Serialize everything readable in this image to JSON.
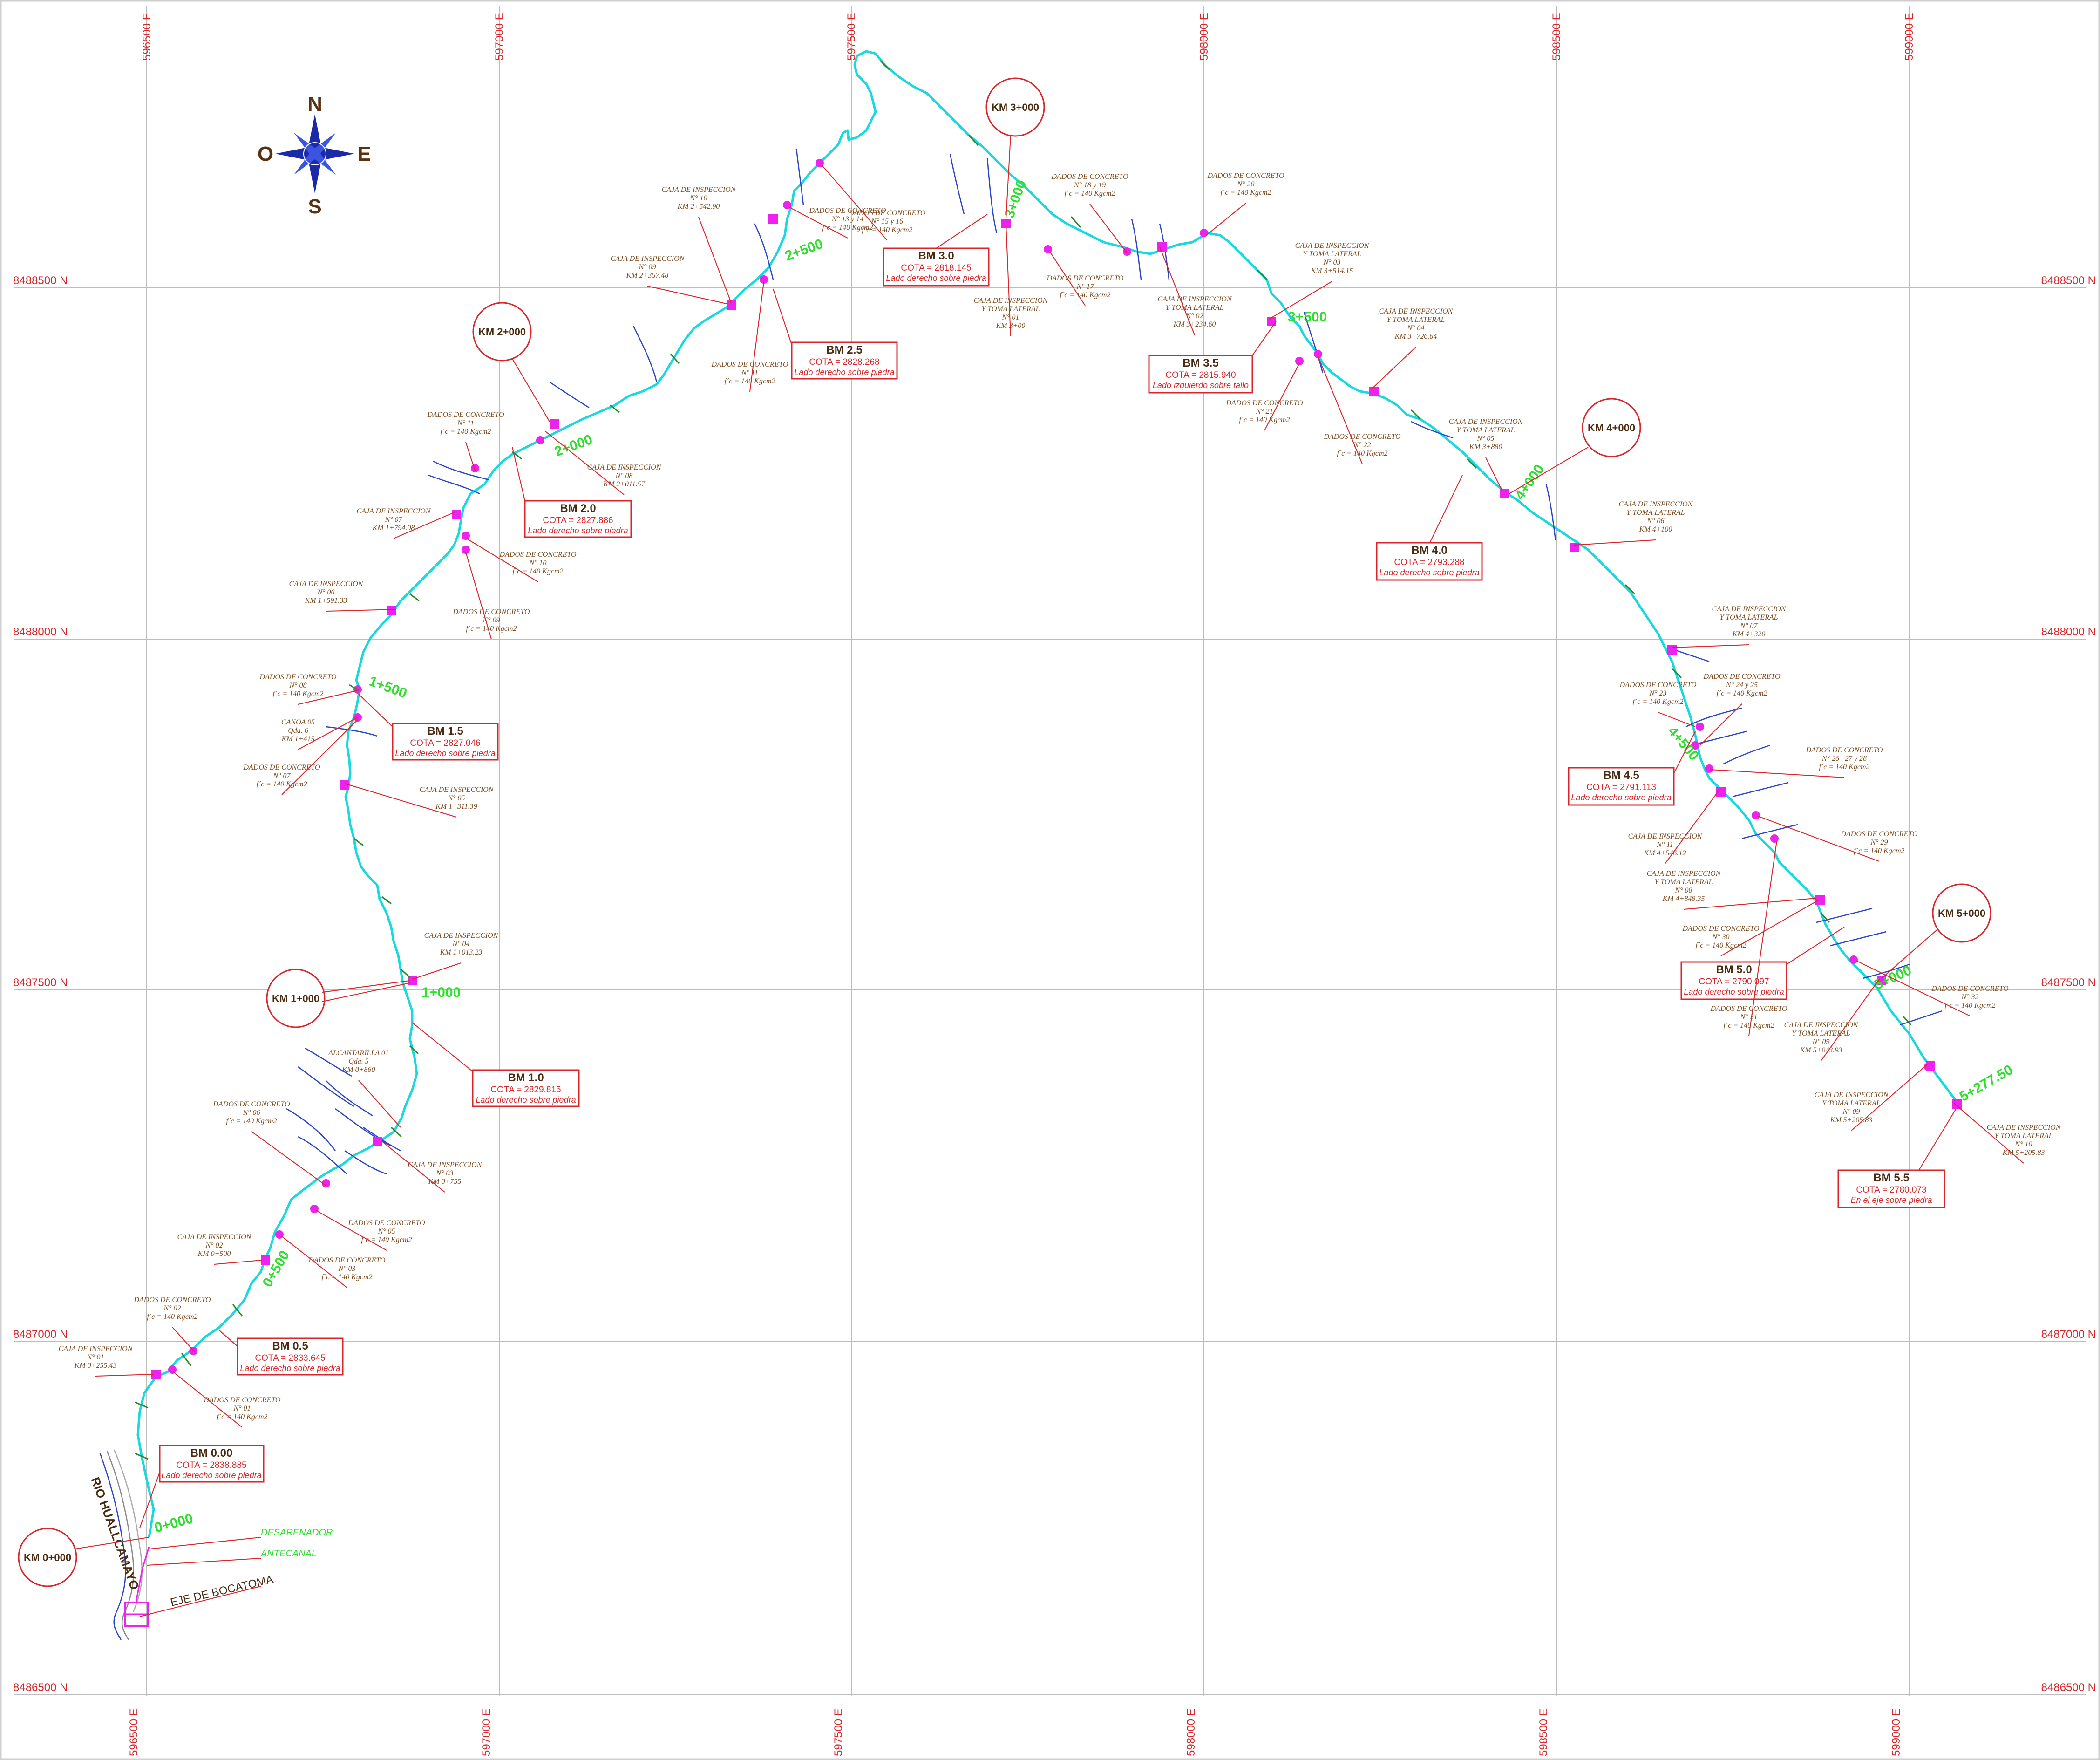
{
  "grid": {
    "easting_labels": [
      "596500 E",
      "597000 E",
      "597500 E",
      "598000 E",
      "598500 E",
      "599000 E"
    ],
    "northing_labels": [
      "8488500 N",
      "8488000 N",
      "8487500 N",
      "8487000 N",
      "8486500 N"
    ]
  },
  "compass": {
    "n": "N",
    "s": "S",
    "e": "E",
    "w": "O"
  },
  "stations": [
    "0+000",
    "0+500",
    "1+000",
    "1+500",
    "2+000",
    "2+500",
    "3+000",
    "3+500",
    "4+000",
    "4+500",
    "5+000",
    "5+277.50"
  ],
  "km_markers": [
    "KM 0+000",
    "KM 1+000",
    "KM 2+000",
    "KM 3+000",
    "KM 4+000",
    "KM 5+000"
  ],
  "benchmarks": [
    {
      "title": "BM 0.00",
      "cota": "COTA = 2838.885",
      "note": "Lado derecho sobre piedra"
    },
    {
      "title": "BM 0.5",
      "cota": "COTA = 2833.645",
      "note": "Lado derecho sobre piedra"
    },
    {
      "title": "BM 1.0",
      "cota": "COTA = 2829.815",
      "note": "Lado derecho sobre piedra"
    },
    {
      "title": "BM 1.5",
      "cota": "COTA = 2827.046",
      "note": "Lado derecho sobre piedra"
    },
    {
      "title": "BM 2.0",
      "cota": "COTA = 2827.886",
      "note": "Lado derecho sobre piedra"
    },
    {
      "title": "BM 2.5",
      "cota": "COTA = 2828.268",
      "note": "Lado derecho sobre piedra"
    },
    {
      "title": "BM 3.0",
      "cota": "COTA = 2818.145",
      "note": "Lado derecho sobre piedra"
    },
    {
      "title": "BM 3.5",
      "cota": "COTA = 2815.940",
      "note": "Lado izquierdo sobre tallo"
    },
    {
      "title": "BM 4.0",
      "cota": "COTA = 2793.288",
      "note": "Lado derecho sobre piedra"
    },
    {
      "title": "BM 4.5",
      "cota": "COTA = 2791.113",
      "note": "Lado derecho sobre piedra"
    },
    {
      "title": "BM 5.0",
      "cota": "COTA = 2790.097",
      "note": "Lado derecho sobre piedra"
    },
    {
      "title": "BM 5.5",
      "cota": "COTA = 2780.073",
      "note": "En el eje sobre piedra"
    }
  ],
  "annotations": [
    {
      "lines": [
        "CAJA DE INSPECCION",
        "N° 01",
        "KM 0+255.43"
      ]
    },
    {
      "lines": [
        "DADOS DE CONCRETO",
        "N° 01",
        "f´c = 140 Kgcm2"
      ]
    },
    {
      "lines": [
        "DADOS DE CONCRETO",
        "N° 02",
        "f´c = 140 Kgcm2"
      ]
    },
    {
      "lines": [
        "CAJA DE INSPECCION",
        "N° 02",
        "KM 0+500"
      ]
    },
    {
      "lines": [
        "DADOS DE CONCRETO",
        "N° 03",
        "f´c = 140 Kgcm2"
      ]
    },
    {
      "lines": [
        "DADOS DE CONCRETO",
        "N° 05",
        "f´c = 140 Kgcm2"
      ]
    },
    {
      "lines": [
        "DADOS DE CONCRETO",
        "N° 06",
        "f´c = 140 Kgcm2"
      ]
    },
    {
      "lines": [
        "CAJA DE INSPECCION",
        "N° 03",
        "KM 0+755"
      ]
    },
    {
      "lines": [
        "ALCANTARILLA 01",
        "Qda. 5",
        "KM 0+860"
      ]
    },
    {
      "lines": [
        "CAJA DE INSPECCION",
        "N° 04",
        "KM 1+013.23"
      ]
    },
    {
      "lines": [
        "CAJA DE INSPECCION",
        "N° 05",
        "KM 1+311.39"
      ]
    },
    {
      "lines": [
        "DADOS DE CONCRETO",
        "N° 07",
        "f´c = 140 Kgcm2"
      ]
    },
    {
      "lines": [
        "CANOA 05",
        "Qda. 6",
        "KM 1+415"
      ]
    },
    {
      "lines": [
        "DADOS DE CONCRETO",
        "N° 08",
        "f´c = 140 Kgcm2"
      ]
    },
    {
      "lines": [
        "CAJA DE INSPECCION",
        "N° 06",
        "KM 1+591.33"
      ]
    },
    {
      "lines": [
        "DADOS DE CONCRETO",
        "N° 09",
        "f´c = 140 Kgcm2"
      ]
    },
    {
      "lines": [
        "DADOS DE CONCRETO",
        "N° 10",
        "f´c = 140 Kgcm2"
      ]
    },
    {
      "lines": [
        "CAJA DE INSPECCION",
        "N° 07",
        "KM 1+794.08"
      ]
    },
    {
      "lines": [
        "DADOS DE CONCRETO",
        "N° 11",
        "f´c = 140 Kgcm2"
      ]
    },
    {
      "lines": [
        "CAJA DE INSPECCION",
        "N° 08",
        "KM 2+011.57"
      ]
    },
    {
      "lines": [
        "DADOS DE CONCRETO",
        "N° 11",
        "f´c = 140 Kgcm2"
      ]
    },
    {
      "lines": [
        "CAJA DE INSPECCION",
        "N° 09",
        "KM 2+357.48"
      ]
    },
    {
      "lines": [
        "CAJA DE INSPECCION",
        "N° 10",
        "KM 2+542.90"
      ]
    },
    {
      "lines": [
        "DADOS DE CONCRETO",
        "N° 13 y 14",
        "f´c = 140 Kgcm2"
      ]
    },
    {
      "lines": [
        "DADOS DE CONCRETO",
        "N° 15 y 16",
        "f´c = 140 Kgcm2"
      ]
    },
    {
      "lines": [
        "CAJA DE INSPECCION",
        "Y TOMA LATERAL",
        "N° 01",
        "KM 3+00"
      ]
    },
    {
      "lines": [
        "DADOS DE CONCRETO",
        "N° 18 y 19",
        "f´c = 140 Kgcm2"
      ]
    },
    {
      "lines": [
        "DADOS DE CONCRETO",
        "N° 17",
        "f´c = 140 Kgcm2"
      ]
    },
    {
      "lines": [
        "CAJA DE INSPECCION",
        "Y TOMA LATERAL",
        "N° 02",
        "KM 3+234.60"
      ]
    },
    {
      "lines": [
        "DADOS DE CONCRETO",
        "N° 20",
        "f´c = 140 Kgcm2"
      ]
    },
    {
      "lines": [
        "CAJA DE INSPECCION",
        "Y TOMA LATERAL",
        "N° 03",
        "KM 3+514.15"
      ]
    },
    {
      "lines": [
        "CAJA DE INSPECCION",
        "Y TOMA LATERAL",
        "N° 04",
        "KM 3+726.64"
      ]
    },
    {
      "lines": [
        "DADOS DE CONCRETO",
        "N° 21",
        "f´c = 140 Kgcm2"
      ]
    },
    {
      "lines": [
        "DADOS DE CONCRETO",
        "N° 22",
        "f´c = 140 Kgcm2"
      ]
    },
    {
      "lines": [
        "CAJA DE INSPECCION",
        "Y TOMA LATERAL",
        "N° 05",
        "KM 3+880"
      ]
    },
    {
      "lines": [
        "CAJA DE INSPECCION",
        "Y TOMA LATERAL",
        "N° 06",
        "KM 4+100"
      ]
    },
    {
      "lines": [
        "CAJA DE INSPECCION",
        "Y TOMA LATERAL",
        "N° 07",
        "KM 4+320"
      ]
    },
    {
      "lines": [
        "DADOS DE CONCRETO",
        "N° 23",
        "f´c = 140 Kgcm2"
      ]
    },
    {
      "lines": [
        "DADOS DE CONCRETO",
        "N° 24 y 25",
        "f´c = 140 Kgcm2"
      ]
    },
    {
      "lines": [
        "DADOS DE CONCRETO",
        "N° 26 , 27 y 28",
        "f´c = 140 Kgcm2"
      ]
    },
    {
      "lines": [
        "CAJA DE INSPECCION",
        "N° 11",
        "KM 4+546.12"
      ]
    },
    {
      "lines": [
        "DADOS DE CONCRETO",
        "N° 29",
        "f´c = 140 Kgcm2"
      ]
    },
    {
      "lines": [
        "CAJA DE INSPECCION",
        "Y TOMA LATERAL",
        "N° 08",
        "KM 4+848.35"
      ]
    },
    {
      "lines": [
        "DADOS DE CONCRETO",
        "N° 30",
        "f´c = 140 Kgcm2"
      ]
    },
    {
      "lines": [
        "DADOS DE CONCRETO",
        "N° 31",
        "f´c = 140 Kgcm2"
      ]
    },
    {
      "lines": [
        "CAJA DE INSPECCION",
        "Y TOMA LATERAL",
        "N° 09",
        "KM 5+043.93"
      ]
    },
    {
      "lines": [
        "DADOS DE CONCRETO",
        "N° 32",
        "f´c = 140 Kgcm2"
      ]
    },
    {
      "lines": [
        "CAJA DE INSPECCION",
        "Y TOMA LATERAL",
        "N° 09",
        "KM 5+205.83"
      ]
    },
    {
      "lines": [
        "CAJA DE INSPECCION",
        "Y TOMA LATERAL",
        "N° 10",
        "KM 5+205.83"
      ]
    }
  ],
  "labels": {
    "river": "RIO HUALLCAMAYO",
    "desarenador": "DESARENADOR",
    "antecanal": "ANTECANAL",
    "bocatoma": "EJE DE BOCATOMA"
  },
  "colors": {
    "grid_label": "#d8262b",
    "canal": "#18d8e0",
    "station": "#2ce02c",
    "structure": "#ee22ee",
    "annotation": "#7a4b1e",
    "creek": "#2a45c8"
  }
}
